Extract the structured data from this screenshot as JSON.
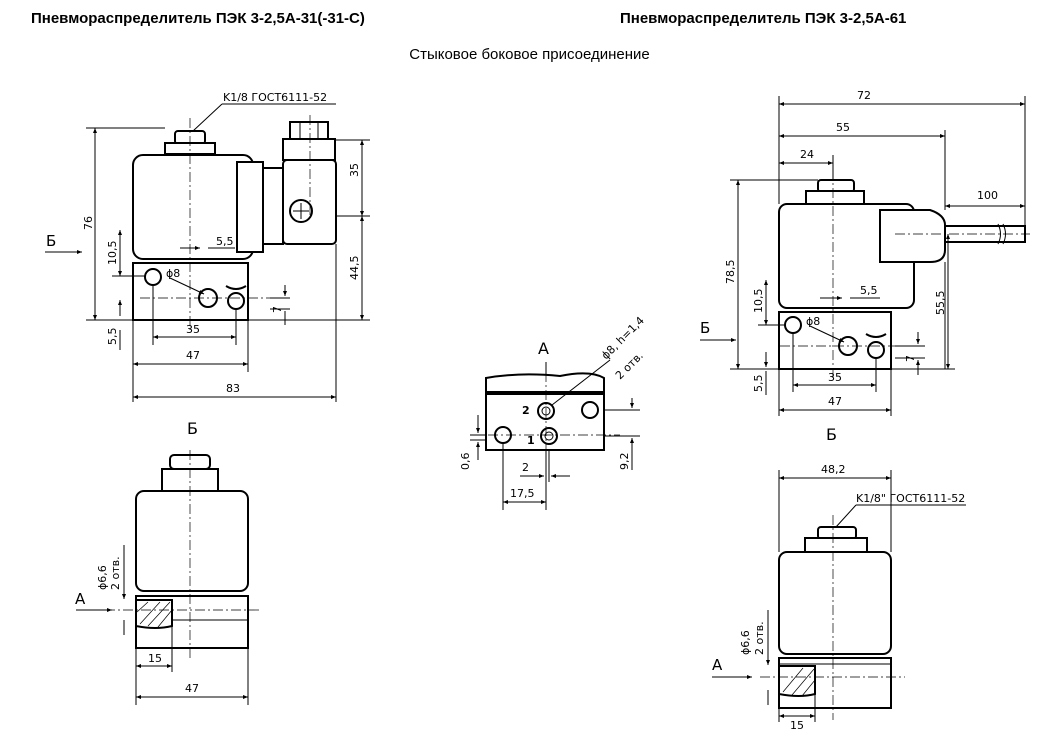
{
  "titles": {
    "left": "Пневмораспределитель ПЭК 3-2,5А-31(-31-С)",
    "right": "Пневмораспределитель ПЭК 3-2,5А-61",
    "subtitle": "Стыковое боковое присоединение"
  },
  "left_front": {
    "thread": "K1/8 ГОСТ6111-52",
    "dim_76": "76",
    "dim_10_5": "10,5",
    "dim_5_5_side": "5,5",
    "dim_5_5_top": "5,5",
    "dim_phi8": "ϕ8",
    "dim_35_side": "35",
    "dim_44_5": "44,5",
    "dim_7": "7",
    "dim_35": "35",
    "dim_47": "47",
    "dim_83": "83",
    "view_b": "Б"
  },
  "left_side": {
    "view_label": "Б",
    "dim_phi6_6": "ϕ6,6",
    "dim_2_holes": "2 отв.",
    "view_a": "А",
    "dim_15": "15",
    "dim_47": "47"
  },
  "center_view": {
    "view_label": "А",
    "note_phi8": "ϕ8, h=1,4",
    "note_2holes": "2 отв.",
    "port_2": "2",
    "port_1": "1",
    "dim_0_6": "0,6",
    "dim_2": "2",
    "dim_17_5": "17,5",
    "dim_9_2": "9,2"
  },
  "right_front": {
    "dim_72": "72",
    "dim_55": "55",
    "dim_24": "24",
    "dim_100": "100",
    "dim_78_5": "78,5",
    "dim_10_5": "10,5",
    "dim_5_5_top": "5,5",
    "dim_55_5": "55,5",
    "dim_phi8": "ϕ8",
    "view_b": "Б",
    "dim_7": "7",
    "dim_5_5_side": "5,5",
    "dim_35": "35",
    "dim_47": "47"
  },
  "right_side": {
    "view_label": "Б",
    "dim_48_2": "48,2",
    "thread": "K1/8\" ГОСТ6111-52",
    "dim_phi6_6": "ϕ6,6",
    "dim_2_holes": "2 отв.",
    "view_a": "А",
    "dim_15": "15"
  }
}
